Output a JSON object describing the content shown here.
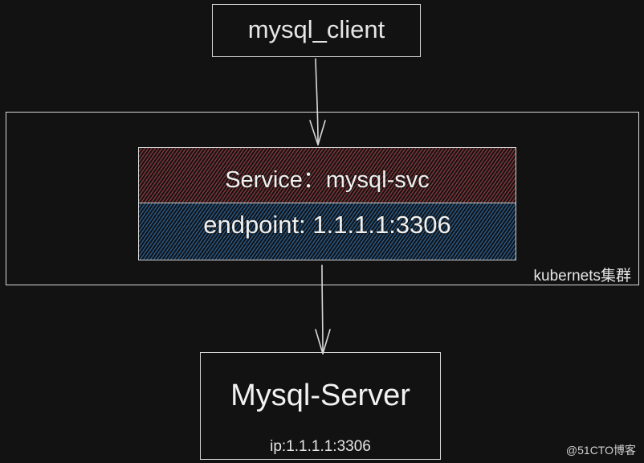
{
  "client": {
    "label": "mysql_client"
  },
  "cluster": {
    "label": "kubernets集群"
  },
  "service": {
    "label": "Service：mysql-svc"
  },
  "endpoint": {
    "label": "endpoint: 1.1.1.1:3306"
  },
  "server": {
    "label": "Mysql-Server",
    "ip": "ip:1.1.1.1:3306"
  },
  "watermark": "@51CTO博客",
  "colors": {
    "background": "#121212",
    "service_fill": "#8a3a3e",
    "endpoint_fill": "#2f5f8e",
    "stroke": "#d8d8d8"
  }
}
